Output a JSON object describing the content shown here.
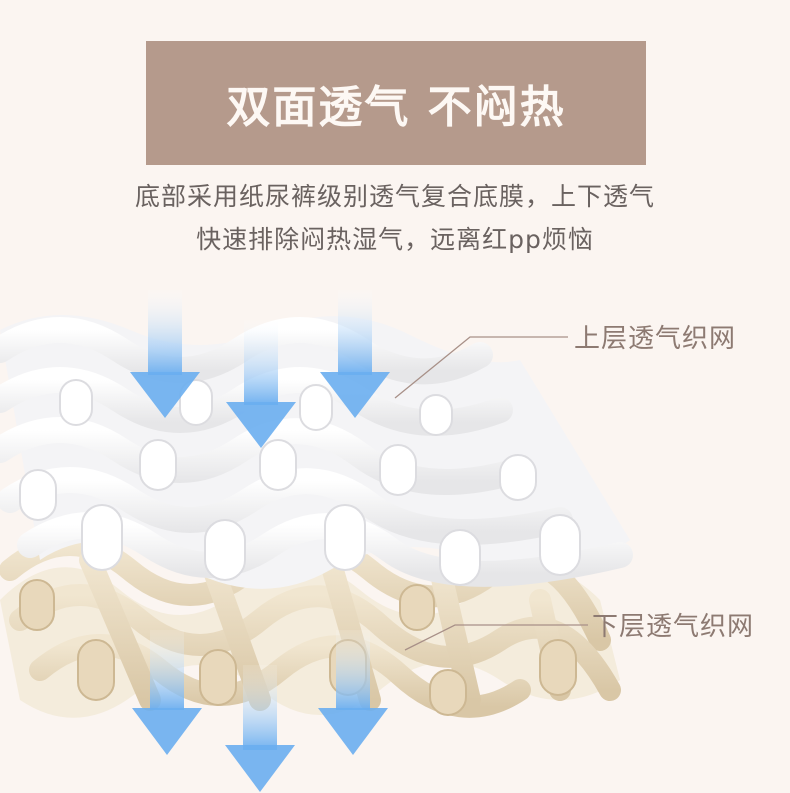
{
  "title": "双面透气 不闷热",
  "description": [
    "底部采用纸尿裤级别透气复合底膜，上下透气",
    "快速排除闷热湿气，远离红pp烦恼"
  ],
  "labels": {
    "upper": "上层透气织网",
    "lower": "下层透气织网"
  },
  "colors": {
    "banner": "#b59a8c",
    "upper_mesh": "#ffffff",
    "lower_mesh": "#e9dcc3",
    "arrow": "#7fb8f0"
  },
  "icons": [
    "down-arrow-icon",
    "down-arrow-icon",
    "down-arrow-icon",
    "down-arrow-icon",
    "down-arrow-icon",
    "down-arrow-icon"
  ]
}
